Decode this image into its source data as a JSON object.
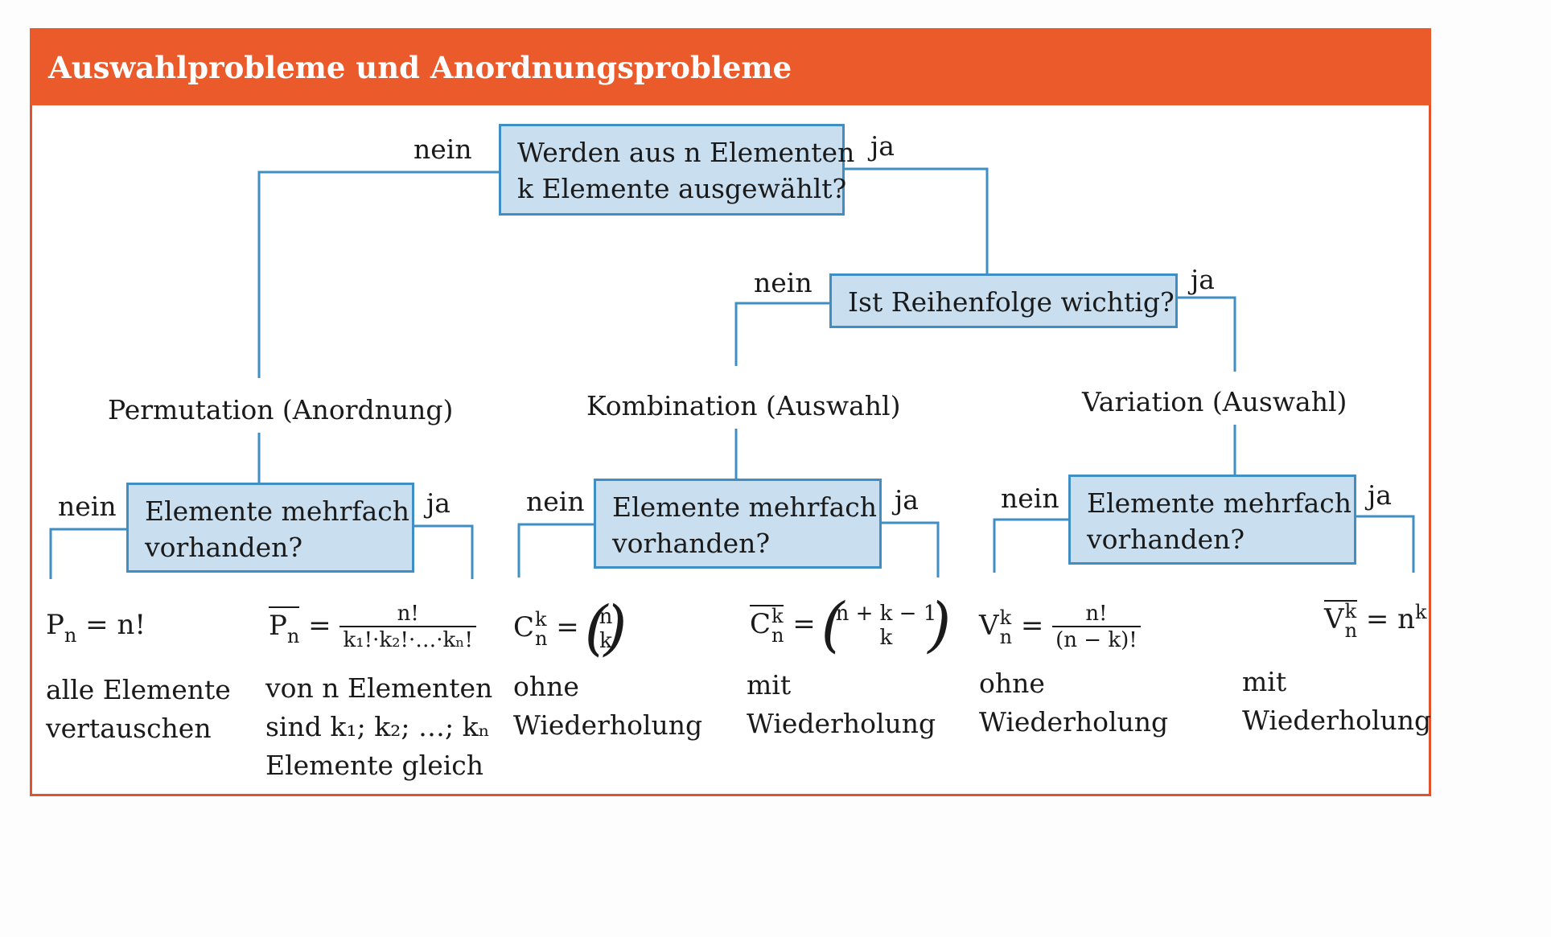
{
  "title": "Auswahlprobleme und Anordnungsprobleme",
  "questions": {
    "root": "Werden aus n Elementen|k Elemente ausgewählt?",
    "order": "Ist Reihenfolge wichtig?",
    "repeat": "Elemente mehrfach|vorhanden?"
  },
  "labels": {
    "no": "nein",
    "yes": "ja"
  },
  "categories": {
    "permutation": "Permutation (Anordnung)",
    "combination": "Kombination (Auswahl)",
    "variation": "Variation (Auswahl)"
  },
  "descriptions": {
    "perm_without": [
      "alle Elemente",
      "vertauschen"
    ],
    "perm_with": [
      "von n Elementen",
      "sind k₁; k₂; …; kₙ",
      "Elemente gleich"
    ],
    "comb_without": [
      "ohne",
      "Wiederholung"
    ],
    "comb_with": [
      "mit",
      "Wiederholung"
    ],
    "var_without": [
      "ohne",
      "Wiederholung"
    ],
    "var_with": [
      "mit",
      "Wiederholung"
    ]
  },
  "formulas": {
    "perm_without": {
      "lhs": "P",
      "sub": "n",
      "rhs": "= n!"
    },
    "perm_with": {
      "lhs": "P",
      "sub": "n",
      "num": "n!",
      "den": "k₁!·k₂!·…·kₙ!"
    },
    "comb_without": {
      "lhs": "C",
      "sup": "k",
      "sub": "n",
      "top": "n",
      "bottom": "k"
    },
    "comb_with": {
      "lhs": "C",
      "sup": "k",
      "sub": "n",
      "top": "n + k − 1",
      "bottom": "k"
    },
    "var_without": {
      "lhs": "V",
      "sup": "k",
      "sub": "n",
      "num": "n!",
      "den": "(n − k)!"
    },
    "var_with": {
      "lhs": "V",
      "sup": "k",
      "sub": "n",
      "rhs": "= n",
      "rhs_sup": "k"
    }
  },
  "colors": {
    "banner": "#ea5a2a",
    "border": "#e2522b",
    "box_fill": "#c9dff0",
    "box_stroke": "#3f8fc4",
    "line": "#3f8fc4"
  }
}
